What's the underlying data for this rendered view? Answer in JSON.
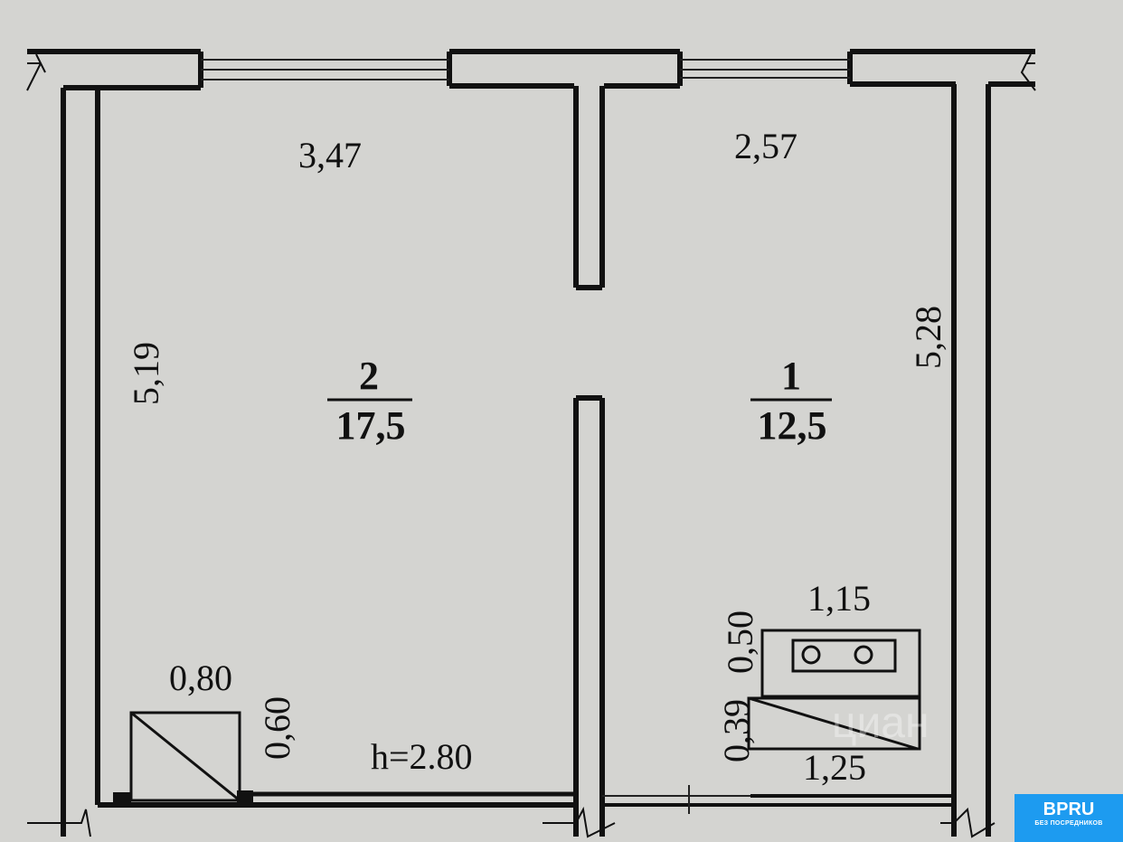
{
  "plan": {
    "rooms": [
      {
        "number": "2",
        "area": "17,5",
        "width": "3,47",
        "length": "5,19"
      },
      {
        "number": "1",
        "area": "12,5",
        "width": "2,57",
        "length": "5,28"
      }
    ],
    "fixtures": {
      "left_box_width": "0,80",
      "left_box_depth": "0,60",
      "stove_width": "1,15",
      "stove_depth": "0,50",
      "counter_depth": "0,39",
      "counter_width": "1,25"
    },
    "ceiling_height": "h=2.80"
  },
  "watermark": "циан",
  "logo": {
    "name": "BPRU",
    "tagline": "БЕЗ ПОСРЕДНИКОВ",
    "color": "#1d9bf0"
  }
}
